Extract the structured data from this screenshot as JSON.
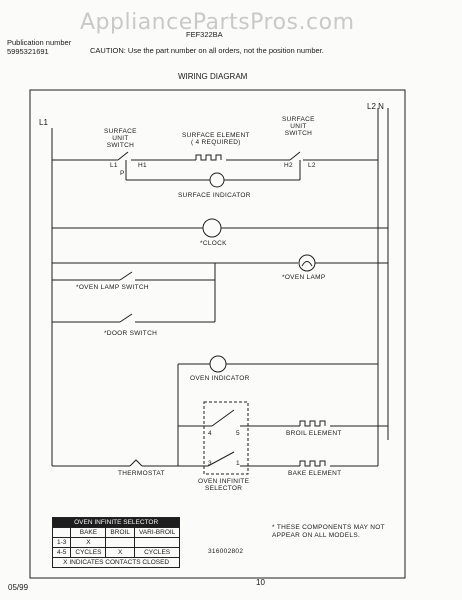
{
  "watermark": "AppliancePartsPros.com",
  "header": {
    "model": "FEF322BA",
    "pub_label": "Publication number",
    "pub_number": "5995321691",
    "caution": "CAUTION:  Use the part number on all orders, not the position number.",
    "section_title": "WIRING DIAGRAM"
  },
  "diagram": {
    "line_left": "L1",
    "line_right": "L2 N",
    "surface_switch": "SURFACE\nUNIT\nSWITCH",
    "surface_switch_terms": [
      "L1",
      "H1",
      "P"
    ],
    "surface_element": "SURFACE ELEMENT\n( 4 REQUIRED)",
    "surface_switch_right": "SURFACE\nUNIT\nSWITCH",
    "surface_switch_right_terms": [
      "H2",
      "L2"
    ],
    "surface_indicator": "SURFACE INDICATOR",
    "clock": "*CLOCK",
    "oven_lamp_switch": "*OVEN LAMP SWITCH",
    "oven_lamp": "*OVEN LAMP",
    "door_switch": "*DOOR SWITCH",
    "oven_indicator": "OVEN INDICATOR",
    "broil_element": "BROIL ELEMENT",
    "bake_element": "BAKE ELEMENT",
    "thermostat": "THERMOSTAT",
    "selector": "OVEN INFINITE\nSELECTOR",
    "selector_terms": [
      "4",
      "5",
      "3",
      "1"
    ],
    "note": "* THESE COMPONENTS MAY NOT\nAPPEAR ON ALL MODELS.",
    "part_code": "316002802"
  },
  "legend": {
    "title": "OVEN INFINITE SELECTOR",
    "headers": [
      "",
      "BAKE",
      "BROIL",
      "VARI-BROIL"
    ],
    "rows": [
      [
        "1-3",
        "X",
        "",
        ""
      ],
      [
        "4-5",
        "CYCLES",
        "X",
        "CYCLES"
      ]
    ],
    "footer": "X INDICATES CONTACTS CLOSED"
  },
  "footer": {
    "date": "05/99",
    "page": "10"
  }
}
